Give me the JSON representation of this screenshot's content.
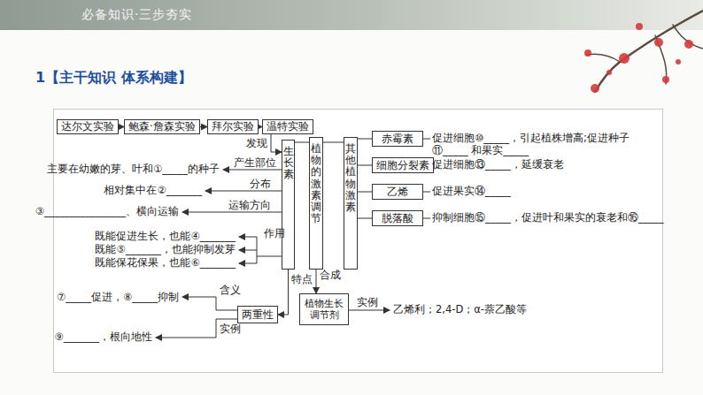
{
  "diagram": {
    "title": "1【主干知识 体系构建】",
    "nodes": [
      {
        "text": [
          "达尔文实验"
        ]
      },
      {
        "text": [
          "鲍森·詹森实验"
        ]
      },
      {
        "text": [
          "拜尔实验"
        ]
      },
      {
        "text": [
          "温特实验"
        ]
      },
      {
        "text": [
          "生长素"
        ]
      },
      {
        "text": [
          "植物的激素调节"
        ]
      },
      {
        "text": [
          "其他植物激素"
        ]
      },
      {
        "text": [
          "赤霉素"
        ]
      },
      {
        "text": [
          "细胞分裂素"
        ]
      },
      {
        "text": [
          "乙烯"
        ]
      },
      {
        "text": [
          "脱落酸"
        ]
      },
      {
        "text": [
          "植物生长调节剂"
        ]
      },
      {
        "text": [
          "两重性"
        ]
      }
    ],
    "edges": [
      {
        "from": 0,
        "to": 1,
        "arrow": "to"
      },
      {
        "from": 1,
        "to": 2,
        "arrow": "to"
      },
      {
        "from": 2,
        "to": 3,
        "arrow": "to"
      },
      {
        "from": 3,
        "to": 4,
        "label": "发现",
        "arrow": "to"
      },
      {
        "from": 5,
        "to": 4,
        "arrow": "none"
      },
      {
        "from": 5,
        "to": 6,
        "arrow": "none"
      },
      {
        "from": 4,
        "to": 12,
        "label": "特点",
        "arrow": "to"
      },
      {
        "from": 5,
        "to": 11,
        "label": "合成",
        "arrow": "to"
      },
      {
        "from": 6,
        "to": 7,
        "arrow": "none"
      },
      {
        "from": 6,
        "to": 8,
        "arrow": "none"
      },
      {
        "from": 6,
        "to": 9,
        "arrow": "none"
      },
      {
        "from": 6,
        "to": 10,
        "arrow": "none"
      }
    ],
    "labels": [
      "必备知识·三步夯实",
      "主要在幼嫩的芽、叶和①_____的种子",
      "相对集中在②_______",
      "③________________、横向运输",
      "既能促进生长，也能④_______",
      "既能⑤_______，也能抑制发芽",
      "既能保花保果，也能⑥_______",
      "⑦_____促进，⑧_____抑制",
      "⑨_______，根向地性",
      "产生部位",
      "分布",
      "运输方向",
      "作用",
      "含义",
      "实例",
      "促进细胞⑩_____，引起植株增高;促进种子 ⑪_____ 和果实_____",
      "促进细胞⑬_____，延缓衰老",
      "促进果实⑭_____",
      "抑制细胞⑮_____，促进叶和果实的衰老和⑯_____",
      "实例",
      "乙烯利；2,4-D；α-萘乙酸等"
    ]
  }
}
